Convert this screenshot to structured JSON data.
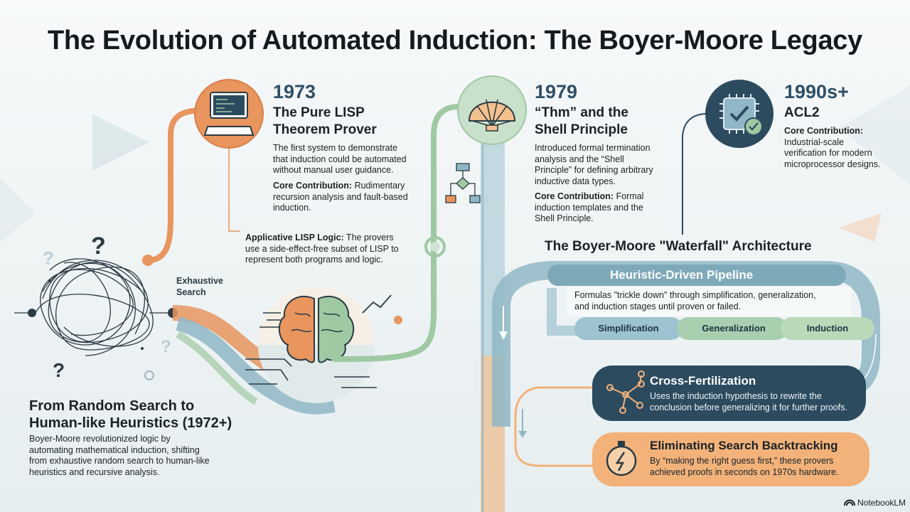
{
  "title": "The Evolution of Automated Induction: The Boyer-Moore Legacy",
  "milestones": [
    {
      "year": "1973",
      "title_line1": "The Pure LISP",
      "title_line2": "Theorem Prover",
      "desc_lines": [
        "The first system to demonstrate",
        "that induction could be automated",
        "without manual user guidance."
      ],
      "contribution_label": "Core Contribution:",
      "contribution_lines": [
        " Rudimentary",
        "recursion analysis and fault-based",
        "induction."
      ],
      "icon": "computer-icon"
    },
    {
      "year": "1979",
      "title_line1": "“Thm” and the",
      "title_line2": "Shell Principle",
      "desc_lines": [
        "Introduced formal termination",
        "analysis and the “Shell",
        "Principle” for defining arbitrary",
        "inductive data types."
      ],
      "contribution_label": "Core Contribution:",
      "contribution_lines": [
        " Formal",
        "induction templates and the",
        "Shell Principle."
      ],
      "icon": "shell-icon"
    },
    {
      "year": "1990s+",
      "title_line1": "ACL2",
      "contribution_label": "Core Contribution:",
      "contribution_lines": [
        "Industrial-scale",
        "verification for modern",
        "microprocessor designs."
      ],
      "icon": "chip-check-icon"
    }
  ],
  "lisp_note": {
    "label": "Applicative LISP Logic:",
    "lines": [
      " The provers",
      "use a side-effect-free subset of LISP to",
      "represent both programs and logic."
    ]
  },
  "exhaustive_label": [
    "Exhaustive",
    "Search"
  ],
  "intro": {
    "heading_line1": "From Random Search to",
    "heading_line2": "Human-like Heuristics (1972+)",
    "lines": [
      "Boyer-Moore revolutionized logic by",
      "automating mathematical induction, shifting",
      "from exhaustive random search to human-like",
      "heuristics and recursive analysis."
    ]
  },
  "waterfall": {
    "heading": "The Boyer-Moore \"Waterfall\" Architecture",
    "pipeline_title": "Heuristic-Driven Pipeline",
    "pipeline_lines": [
      "Formulas \"trickle down\" through simplification, generalization,",
      "and induction stages until proven or failed."
    ],
    "stages": [
      "Simplification",
      "Generalization",
      "Induction"
    ]
  },
  "cross": {
    "title": "Cross-Fertilization",
    "lines": [
      "Uses the induction hypothesis to rewrite the",
      "conclusion before generalizing it for further proofs."
    ],
    "icon": "network-icon"
  },
  "backtrack": {
    "title": "Eliminating Search Backtracking",
    "lines": [
      "By “making the right guess first,” these provers",
      "achieved proofs in seconds on 1970s hardware."
    ],
    "icon": "stopwatch-icon"
  },
  "brand": "NotebookLM",
  "colors": {
    "orange": "#e8955e",
    "green": "#9fc9a3",
    "teal": "#8fb7c6",
    "navy": "#2c4b5f",
    "peach": "#f2b27a"
  }
}
